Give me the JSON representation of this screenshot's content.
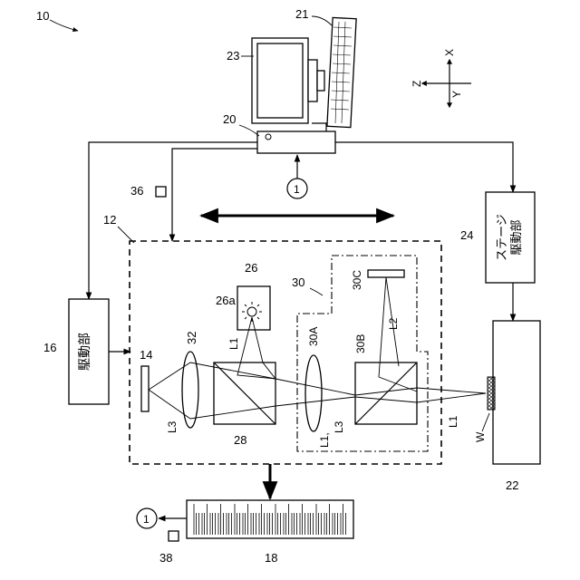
{
  "labels": {
    "system": "10",
    "optical_unit": "12",
    "light_source_element": "14",
    "drive_unit_left": "16",
    "display_scale": "18",
    "computer": "20",
    "keyboard": "21",
    "stage": "22",
    "monitor": "23",
    "stage_drive": "24",
    "light_source": "26",
    "light_source_point": "26a",
    "beam_splitter_left": "28",
    "reference_assembly": "30",
    "lens_30a": "30A",
    "splitter_30b": "30B",
    "mirror_30c": "30C",
    "lens_32": "32",
    "module_36": "36",
    "module_38": "38",
    "workpiece": "W",
    "beam_l1_top": "L1",
    "beam_l1_mid": "L1,",
    "beam_l1_right": "L1",
    "beam_l2": "L2",
    "beam_l3_left": "L3",
    "beam_l3_mid": "L3",
    "connector_top": "1",
    "connector_bottom": "1"
  },
  "box_text": {
    "drive_unit_left": "駆動部",
    "stage_drive_line1": "ステージ",
    "stage_drive_line2": "駆動部"
  },
  "axes": {
    "x": "X",
    "y": "Y",
    "z": "Z"
  }
}
